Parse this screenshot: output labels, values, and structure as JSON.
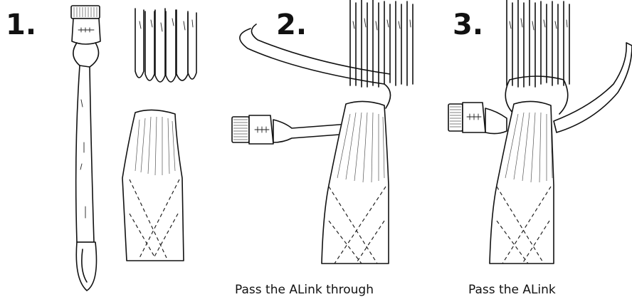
{
  "steps": [
    {
      "number": "1.",
      "caption": ""
    },
    {
      "number": "2.",
      "caption": "Pass the ALink through"
    },
    {
      "number": "3.",
      "caption": "Pass the ALink"
    }
  ]
}
